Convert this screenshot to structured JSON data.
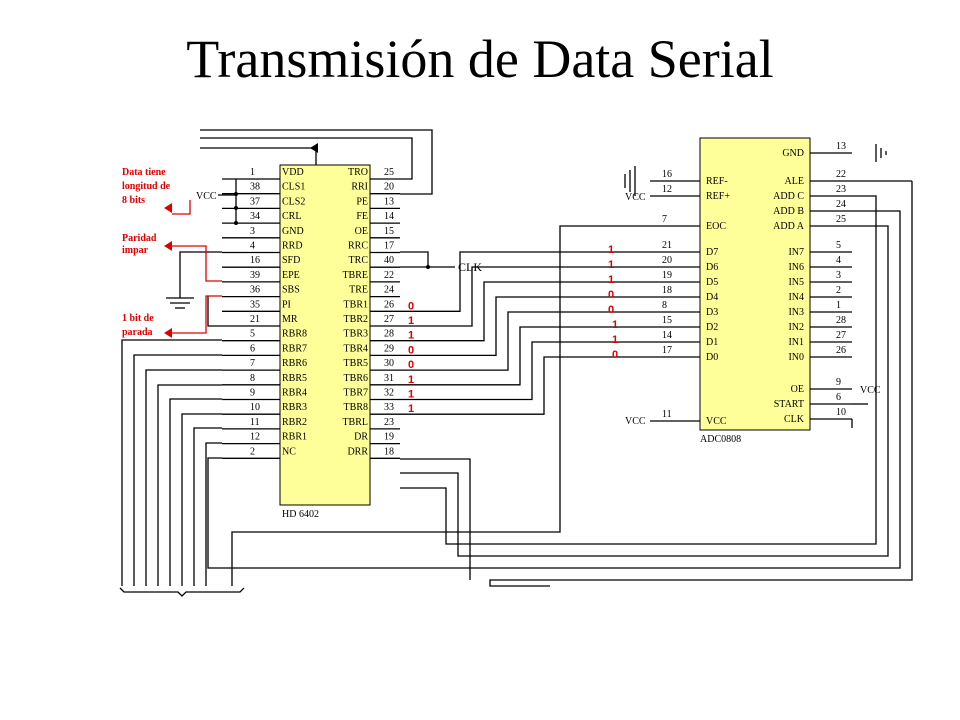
{
  "title": "Transmisión de Data Serial",
  "colors": {
    "chip_fill": "#ffff99",
    "annotation": "#e00000",
    "wire": "#000000"
  },
  "uart": {
    "part": "HD 6402",
    "left_pins": [
      {
        "num": "1",
        "name": "VDD"
      },
      {
        "num": "38",
        "name": "CLS1"
      },
      {
        "num": "37",
        "name": "CLS2"
      },
      {
        "num": "34",
        "name": "CRL"
      },
      {
        "num": "3",
        "name": "GND"
      },
      {
        "num": "4",
        "name": "RRD"
      },
      {
        "num": "16",
        "name": "SFD"
      },
      {
        "num": "39",
        "name": "EPE"
      },
      {
        "num": "36",
        "name": "SBS"
      },
      {
        "num": "35",
        "name": "PI"
      },
      {
        "num": "21",
        "name": "MR"
      },
      {
        "num": "5",
        "name": "RBR8"
      },
      {
        "num": "6",
        "name": "RBR7"
      },
      {
        "num": "7",
        "name": "RBR6"
      },
      {
        "num": "8",
        "name": "RBR5"
      },
      {
        "num": "9",
        "name": "RBR4"
      },
      {
        "num": "10",
        "name": "RBR3"
      },
      {
        "num": "11",
        "name": "RBR2"
      },
      {
        "num": "12",
        "name": "RBR1"
      },
      {
        "num": "2",
        "name": "NC"
      }
    ],
    "right_pins": [
      {
        "num": "25",
        "name": "TRO"
      },
      {
        "num": "20",
        "name": "RRI"
      },
      {
        "num": "13",
        "name": "PE"
      },
      {
        "num": "14",
        "name": "FE"
      },
      {
        "num": "15",
        "name": "OE"
      },
      {
        "num": "17",
        "name": "RRC"
      },
      {
        "num": "40",
        "name": "TRC"
      },
      {
        "num": "22",
        "name": "TBRE"
      },
      {
        "num": "24",
        "name": "TRE"
      },
      {
        "num": "26",
        "name": "TBR1"
      },
      {
        "num": "27",
        "name": "TBR2"
      },
      {
        "num": "28",
        "name": "TBR3"
      },
      {
        "num": "29",
        "name": "TBR4"
      },
      {
        "num": "30",
        "name": "TBR5"
      },
      {
        "num": "31",
        "name": "TBR6"
      },
      {
        "num": "32",
        "name": "TBR7"
      },
      {
        "num": "33",
        "name": "TBR8"
      },
      {
        "num": "23",
        "name": "TBRL"
      },
      {
        "num": "19",
        "name": "DR"
      },
      {
        "num": "18",
        "name": "DRR"
      }
    ],
    "tbr_bits": [
      "0",
      "1",
      "1",
      "0",
      "0",
      "1",
      "1",
      "1"
    ]
  },
  "adc": {
    "part": "ADC0808",
    "left_pins": [
      {
        "num": "16",
        "name": "REF-"
      },
      {
        "num": "12",
        "name": "REF+"
      },
      {
        "num": "7",
        "name": "EOC"
      },
      {
        "num": "21",
        "name": "D7"
      },
      {
        "num": "20",
        "name": "D6"
      },
      {
        "num": "19",
        "name": "D5"
      },
      {
        "num": "18",
        "name": "D4"
      },
      {
        "num": "8",
        "name": "D3"
      },
      {
        "num": "15",
        "name": "D2"
      },
      {
        "num": "14",
        "name": "D1"
      },
      {
        "num": "17",
        "name": "D0"
      },
      {
        "num": "11",
        "name": "VCC"
      }
    ],
    "right_pins": [
      {
        "num": "13",
        "name": "GND"
      },
      {
        "num": "22",
        "name": "ALE"
      },
      {
        "num": "23",
        "name": "ADD C"
      },
      {
        "num": "24",
        "name": "ADD B"
      },
      {
        "num": "25",
        "name": "ADD A"
      },
      {
        "num": "5",
        "name": "IN7"
      },
      {
        "num": "4",
        "name": "IN6"
      },
      {
        "num": "3",
        "name": "IN5"
      },
      {
        "num": "2",
        "name": "IN4"
      },
      {
        "num": "1",
        "name": "IN3"
      },
      {
        "num": "28",
        "name": "IN2"
      },
      {
        "num": "27",
        "name": "IN1"
      },
      {
        "num": "26",
        "name": "IN0"
      },
      {
        "num": "9",
        "name": "OE"
      },
      {
        "num": "6",
        "name": "START"
      },
      {
        "num": "10",
        "name": "CLK"
      }
    ],
    "data_bits": [
      "1",
      "1",
      "1",
      "0",
      "0",
      "1",
      "1",
      "0"
    ]
  },
  "labels": {
    "clk": "CLK",
    "vcc": "VCC",
    "data_length": [
      "Data tiene",
      "longitud de",
      "8  bits"
    ],
    "parity": [
      "Paridad",
      "impar"
    ],
    "stop_bit": [
      "1 bit de",
      "parada"
    ]
  }
}
